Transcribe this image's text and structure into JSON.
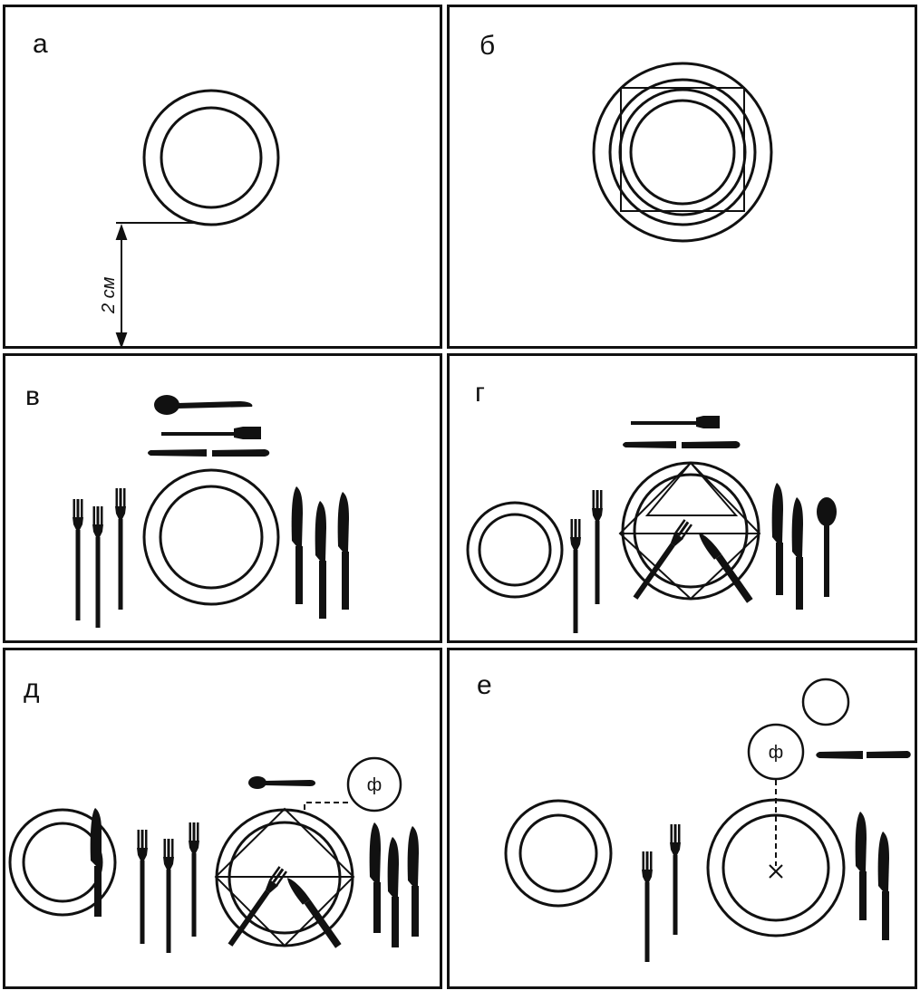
{
  "panels": [
    {
      "id": "a",
      "letter": "а"
    },
    {
      "id": "b",
      "letter": "б"
    },
    {
      "id": "v",
      "letter": "в"
    },
    {
      "id": "g",
      "letter": "г"
    },
    {
      "id": "d",
      "letter": "д"
    },
    {
      "id": "e",
      "letter": "е"
    }
  ],
  "measure_label": "2 см",
  "marker_label": "ф",
  "colors": {
    "ink": "#111111",
    "paper": "#ffffff"
  },
  "icons": [
    "plate-icon",
    "fork-icon",
    "knife-icon",
    "spoon-icon",
    "napkin-icon",
    "glass-icon"
  ]
}
